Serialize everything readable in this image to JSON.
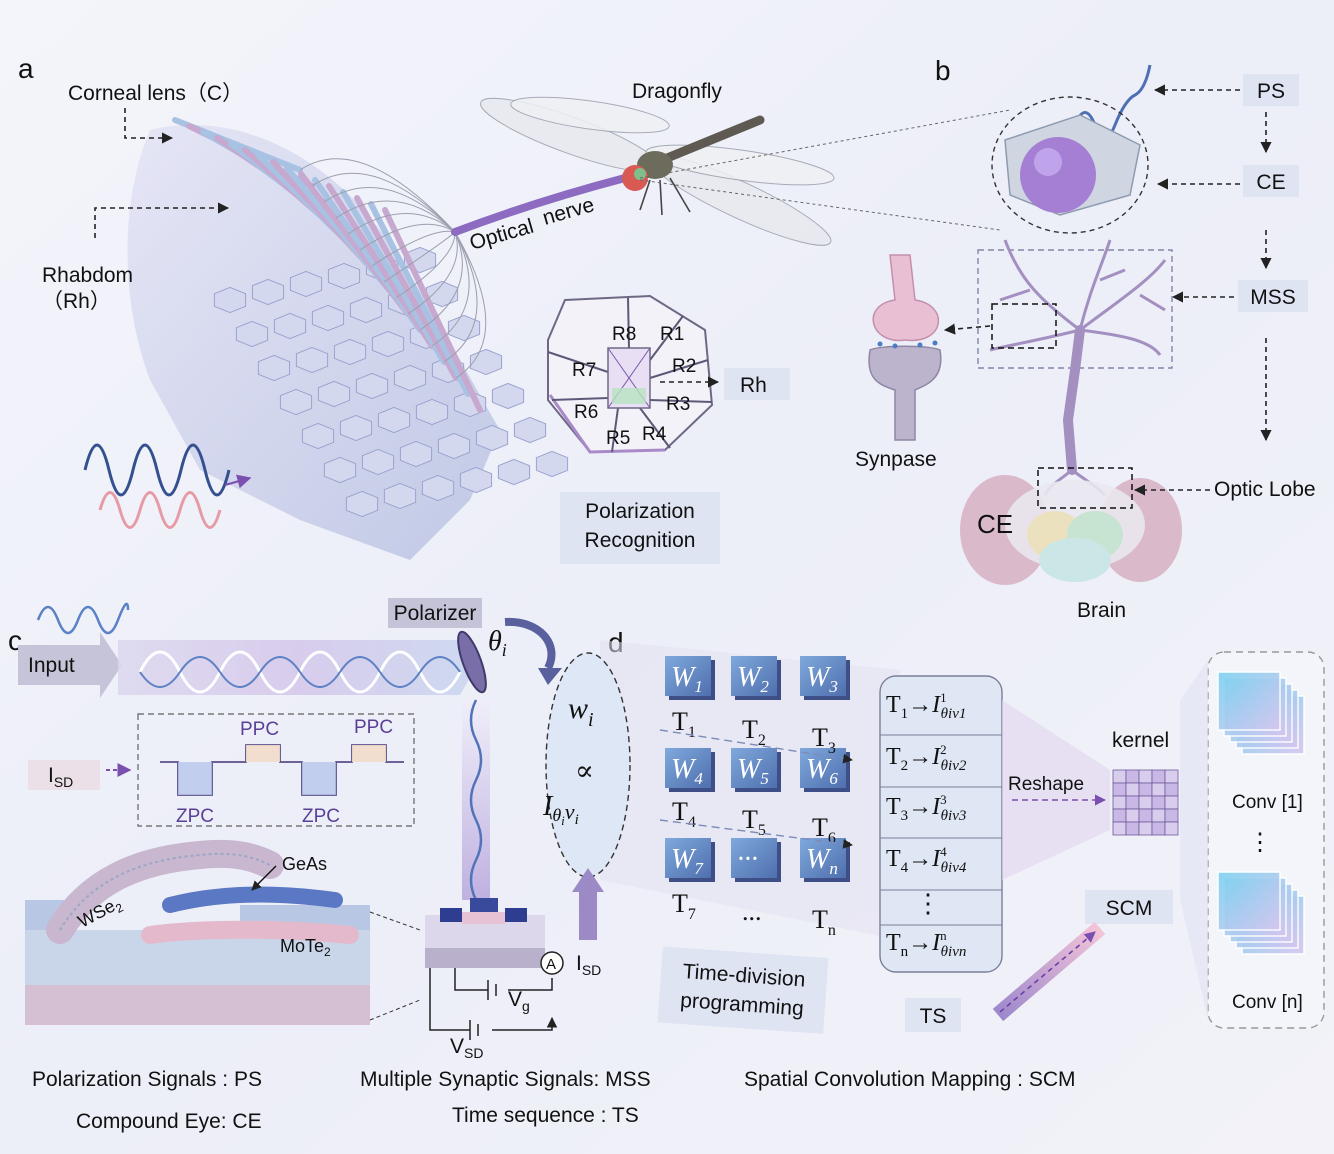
{
  "panels": {
    "a": "a",
    "b": "b",
    "c": "c",
    "d": "d"
  },
  "panel_a": {
    "corneal_lens": "Corneal lens（C）",
    "rhabdom": "Rhabdom",
    "rhabdom_abbr": "（Rh）",
    "dragonfly": "Dragonfly",
    "optical": "Optical",
    "nerve": "nerve",
    "rh": "Rh",
    "sectors": [
      "R8",
      "R1",
      "R2",
      "R3",
      "R4",
      "R5",
      "R6",
      "R7"
    ],
    "polarization": "Polarization",
    "recognition": "Recognition"
  },
  "panel_b": {
    "ps": "PS",
    "ce": "CE",
    "mss": "MSS",
    "synpase": "Synpase",
    "optic_lobe": "Optic Lobe",
    "ce_eye": "CE",
    "brain": "Brain"
  },
  "panel_c": {
    "input": "Input",
    "polarizer": "Polarizer",
    "theta": "θ",
    "theta_sub": "i",
    "isd": "I",
    "isd_sub": "SD",
    "ppc1": "PPC",
    "ppc2": "PPC",
    "zpc1": "ZPC",
    "zpc2": "ZPC",
    "wse2": "WSe",
    "wse2_sub": "2",
    "geas": "GeAs",
    "mote2": "MoTe",
    "mote2_sub": "2",
    "ammeter": "A",
    "isd2": "I",
    "isd2_sub": "SD",
    "vg": "V",
    "vg_sub": "g",
    "vsd": "V",
    "vsd_sub": "SD"
  },
  "panel_d": {
    "wi": "w",
    "wi_sub": "i",
    "proportional": "∝",
    "itheta": "I",
    "itheta_sub": "θ",
    "itheta_sub2": "i",
    "itheta_v": "v",
    "itheta_v_sub": "i",
    "weights": [
      {
        "w": "W",
        "sub": "1"
      },
      {
        "w": "W",
        "sub": "2"
      },
      {
        "w": "W",
        "sub": "3"
      },
      {
        "w": "W",
        "sub": "4"
      },
      {
        "w": "W",
        "sub": "5"
      },
      {
        "w": "W",
        "sub": "6"
      },
      {
        "w": "W",
        "sub": "7"
      },
      {
        "w": "···",
        "sub": ""
      },
      {
        "w": "W",
        "sub": "n"
      }
    ],
    "times": [
      {
        "t": "T",
        "sub": "1"
      },
      {
        "t": "T",
        "sub": "2"
      },
      {
        "t": "T",
        "sub": "3"
      },
      {
        "t": "T",
        "sub": "4"
      },
      {
        "t": "T",
        "sub": "5"
      },
      {
        "t": "T",
        "sub": "6"
      },
      {
        "t": "T",
        "sub": "7"
      },
      {
        "t": "...",
        "sub": ""
      },
      {
        "t": "T",
        "sub": "n"
      }
    ],
    "mapping": [
      {
        "t": "1",
        "sup": "1",
        "sub": "θiv1"
      },
      {
        "t": "2",
        "sup": "2",
        "sub": "θiv2"
      },
      {
        "t": "3",
        "sup": "3",
        "sub": "θiv3"
      },
      {
        "t": "4",
        "sup": "4",
        "sub": "θiv4"
      },
      {
        "t": "n",
        "sup": "n",
        "sub": "θivn"
      }
    ],
    "map_dots": "⋮",
    "reshape": "Reshape",
    "kernel": "kernel",
    "scm": "SCM",
    "ts": "TS",
    "time_division": "Time-division",
    "programming": "programming",
    "conv1": "Conv [1]",
    "conv_dots": "⋮",
    "convn": "Conv [n]"
  },
  "legend": {
    "ps": "Polarization Signals : PS",
    "ce": "Compound  Eye:  CE",
    "mss": "Multiple Synaptic Signals:  MSS",
    "ts": "Time sequence  :  TS",
    "scm": "Spatial Convolution  Mapping :  SCM"
  }
}
